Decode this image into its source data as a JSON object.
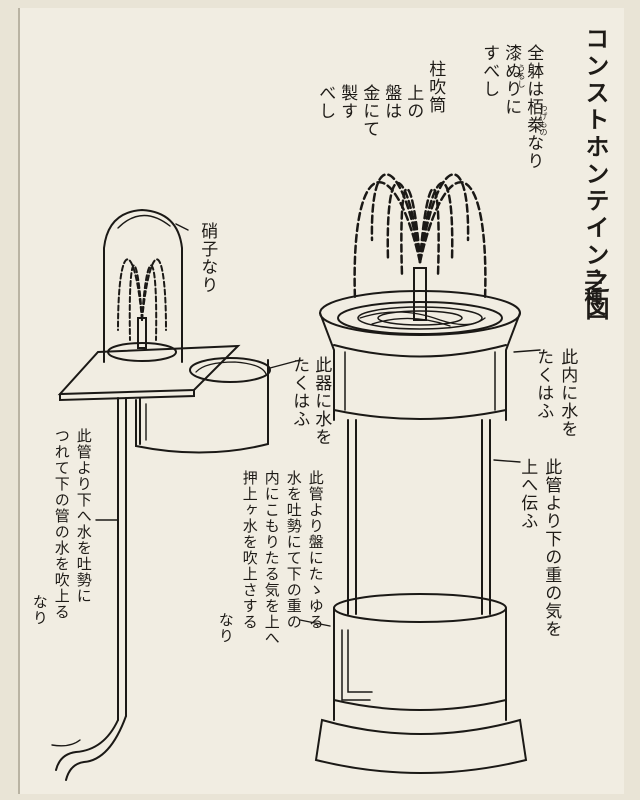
{
  "title": "コンストホンテイン之図",
  "subtitle": "二種",
  "annotations": {
    "top_right": [
      "全躰は栢桊なり",
      "漆ぬりに",
      "すべし"
    ],
    "top_right_ruby": [
      "わげもの",
      "うるし"
    ],
    "column_pipe": [
      "柱吹筒",
      "上の",
      "盤は",
      "金にて",
      "製す",
      "べし"
    ],
    "glass": [
      "硝子なり"
    ],
    "fill_left": [
      "此器に水を",
      "たくはふ"
    ],
    "fill_right": [
      "此内に水を",
      "たくはふ"
    ],
    "air_right": [
      "此管より下の重の気を",
      "上へ伝ふ"
    ],
    "center": [
      "此管より盤にたゝゆる",
      "水を吐勢にて下の重の",
      "内にこもりたる気を上へ",
      "押上ヶ水を吹上さする",
      "なり"
    ],
    "left": [
      "此管より下へ水を吐勢に",
      "つれて下の管の水を吹上る",
      "なり"
    ]
  }
}
